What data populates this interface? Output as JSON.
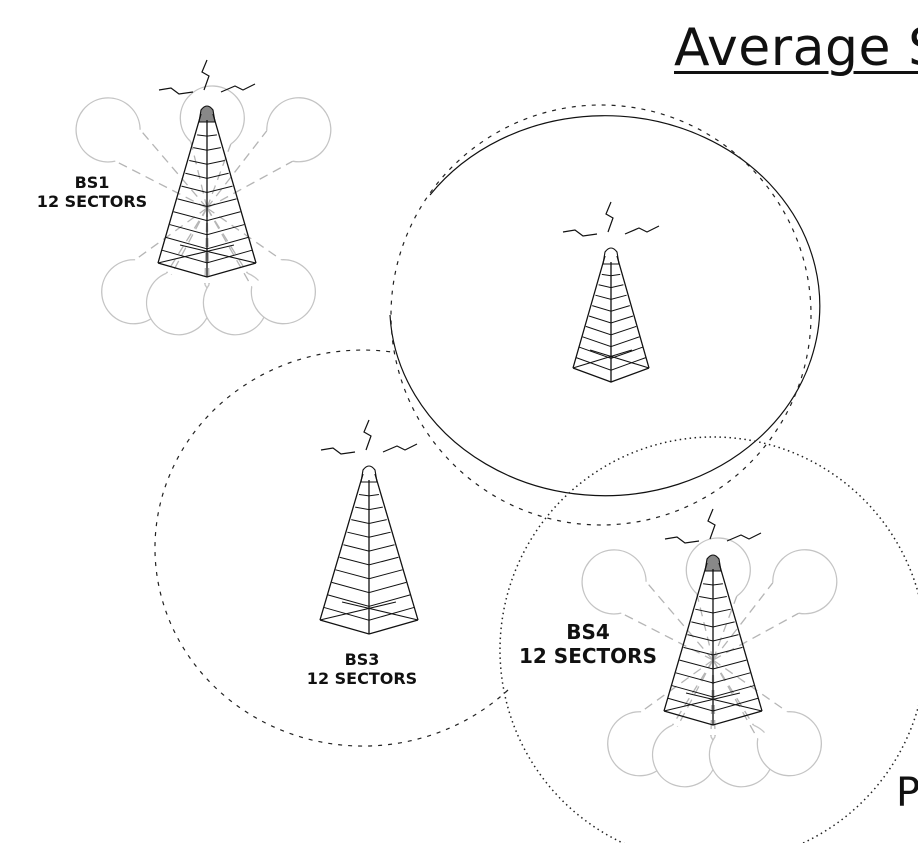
{
  "title": "Average S",
  "corner_text": "P",
  "stations": [
    {
      "name": "BS1",
      "sectors": "12 SECTORS",
      "lobes": true
    },
    {
      "name": "",
      "sectors": "",
      "lobes": false
    },
    {
      "name": "BS3",
      "sectors": "12 SECTORS",
      "lobes": false
    },
    {
      "name": "BS4",
      "sectors": "12 SECTORS",
      "lobes": true
    }
  ],
  "colors": {
    "line": "#111111",
    "lobe": "#c4c4c4",
    "beam": "#b5b5b5",
    "cap": "#888888"
  }
}
